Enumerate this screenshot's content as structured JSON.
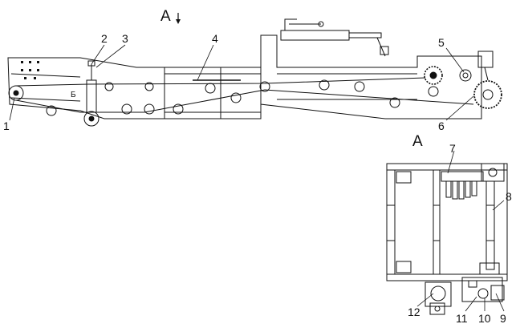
{
  "view_title": "А",
  "view_mark": "А",
  "section_mark": "Б",
  "callouts": {
    "c1": "1",
    "c2": "2",
    "c3": "3",
    "c4": "4",
    "c5": "5",
    "c6": "6",
    "c7": "7",
    "c8": "8",
    "c9": "9",
    "c10": "10",
    "c11": "11",
    "c12": "12"
  },
  "colors": {
    "ink": "#111111",
    "paper": "#ffffff"
  }
}
